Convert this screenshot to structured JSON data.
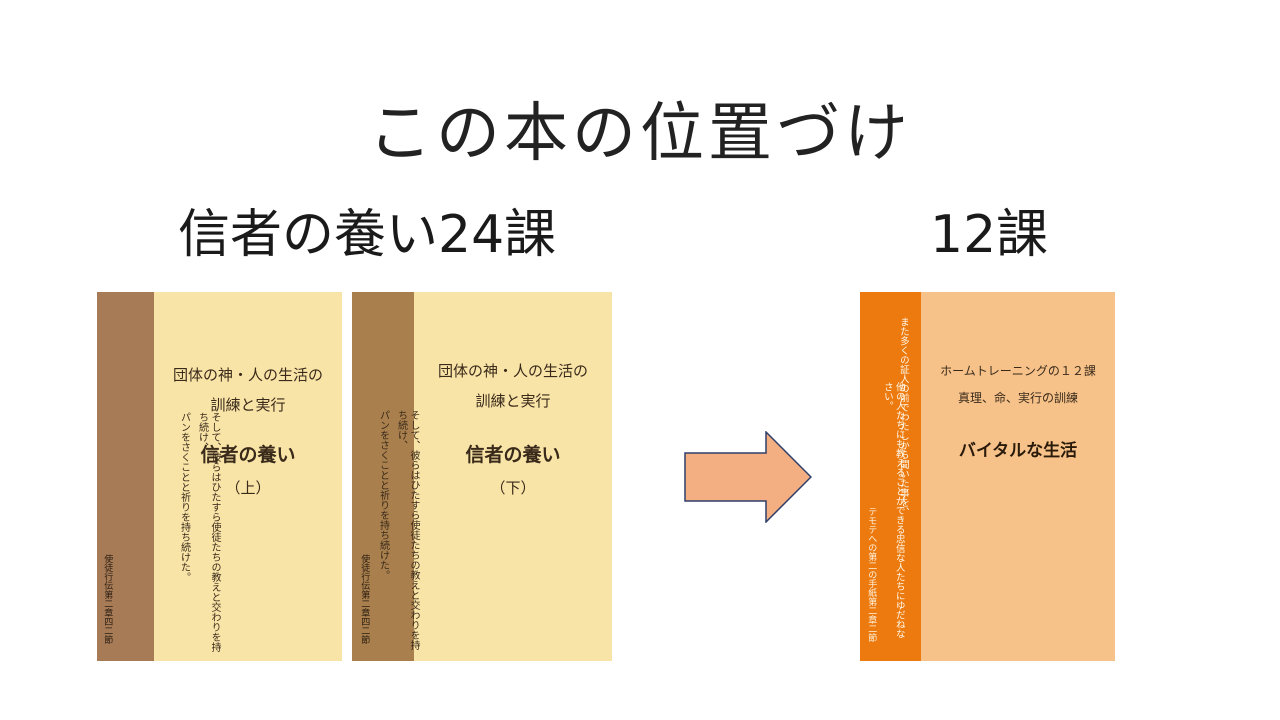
{
  "title": "この本の位置づけ",
  "left_label": "信者の養い24課",
  "right_label": "12課",
  "book1": {
    "spine_quote_line1": "そして、彼らはひたすら使徒たちの教えと交わりを持ち続け、",
    "spine_quote_line2": "パンをさくことと祈りを持ち続けた。",
    "spine_ref": "使徒行伝第二章四二節",
    "cover_line1": "団体の神・人の生活の",
    "cover_line2": "訓練と実行",
    "cover_title": "信者の養い",
    "cover_volume": "（上）"
  },
  "book2": {
    "spine_quote_line1": "そして、彼らはひたすら使徒たちの教えと交わりを持ち続け、",
    "spine_quote_line2": "パンをさくことと祈りを持ち続けた。",
    "spine_ref": "使徒行伝第二章四二節",
    "cover_line1": "団体の神・人の生活の",
    "cover_line2": "訓練と実行",
    "cover_title": "信者の養い",
    "cover_volume": "（下）"
  },
  "book3": {
    "spine_quote_line1": "また多くの証人の前でわたしから聞いた事を、",
    "spine_quote_line2": "他の人たちにも教えることができる忠信な人たちにゆだねなさい。",
    "spine_ref": "テモテへの第二の手紙第二章二節",
    "cover_line1": "ホームトレーニングの１２課",
    "cover_line2": "真理、命、実行の訓練",
    "cover_title": "バイタルな生活"
  },
  "colors": {
    "book1_spine": "#a87b57",
    "book2_spine": "#a87f4d",
    "book_face": "#f9e4a8",
    "book3_spine": "#ec7a0f",
    "book3_face": "#f6c28a",
    "arrow_fill": "#f3ae82",
    "arrow_stroke": "#2f3f6a"
  }
}
